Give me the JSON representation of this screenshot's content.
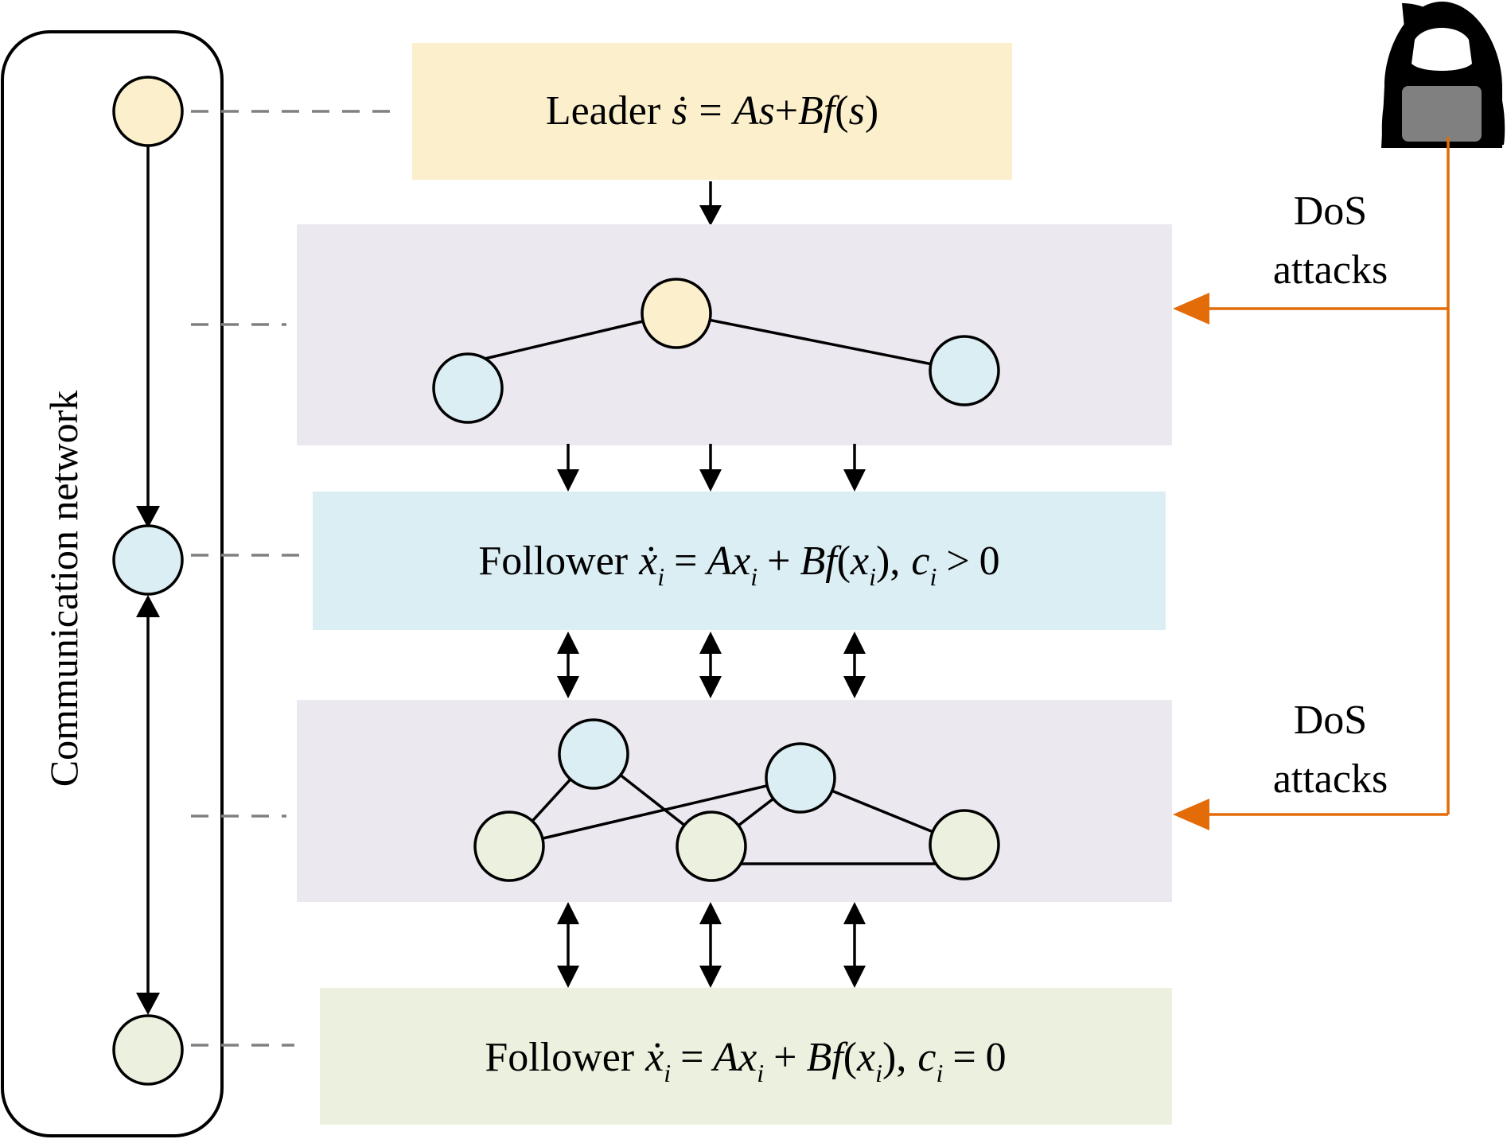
{
  "colors": {
    "leader_fill": "#fbefcc",
    "follower_blue_fill": "#dbeef3",
    "follower_green_fill": "#ebf1de",
    "graph_panel_fill": "#ebe8f0",
    "attack_arrow": "#e36c09",
    "dashed_line": "#808080",
    "node_stroke": "#000000"
  },
  "network_label": "Communication network",
  "leader_box": {
    "word": "Leader",
    "state_dot": "ṡ",
    "eq": "=",
    "term1": "As",
    "plus": "+",
    "term2": "Bf",
    "paren_open": "(",
    "arg": "s",
    "paren_close": ")"
  },
  "follower_box_1": {
    "word": "Follower",
    "x_dot": "ẋ",
    "sub_i": "i",
    "eq": "=",
    "A": "A",
    "x": "x",
    "plus": "+",
    "Bf": "Bf",
    "comma": ",",
    "c": "c",
    "rel": ">",
    "zero": "0"
  },
  "follower_box_2": {
    "word": "Follower",
    "x_dot": "ẋ",
    "sub_i": "i",
    "eq": "=",
    "A": "A",
    "x": "x",
    "plus": "+",
    "Bf": "Bf",
    "comma": ",",
    "c": "c",
    "rel": "=",
    "zero": "0"
  },
  "attack_labels": [
    {
      "line1": "DoS",
      "line2": "attacks"
    },
    {
      "line1": "DoS",
      "line2": "attacks"
    }
  ],
  "attacker_icon": "hacker-icon"
}
